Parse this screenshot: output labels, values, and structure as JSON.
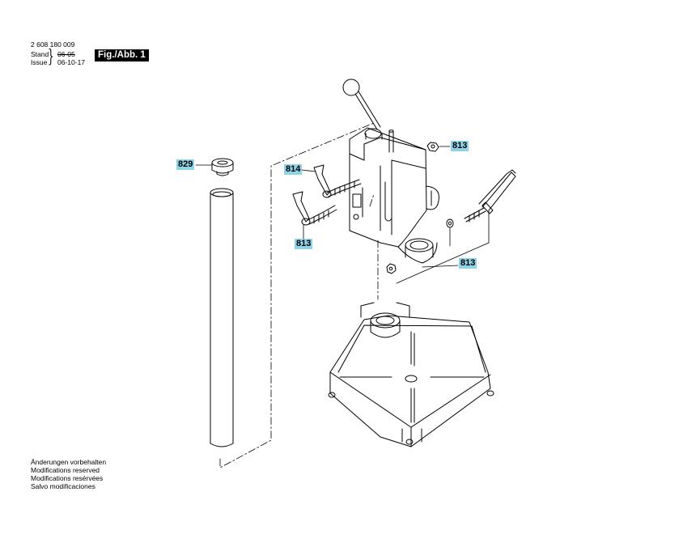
{
  "header": {
    "part_number": "2 608 180 009",
    "stand_label": "Stand",
    "issue_label": "Issue",
    "stand_date": "06-05",
    "issue_date": "06-10-17",
    "figure_label": "Fig./Abb. 1"
  },
  "callouts": {
    "c829": "829",
    "c814": "814",
    "c813_nut": "813",
    "c813_left": "813",
    "c813_right": "813"
  },
  "notes": [
    "Änderungen vorbehalten",
    "Modifications reserved",
    "Modifications resérvées",
    "Salvo modificaciones"
  ],
  "colors": {
    "callout_bg": "#8fd3e6",
    "line": "#000000"
  }
}
